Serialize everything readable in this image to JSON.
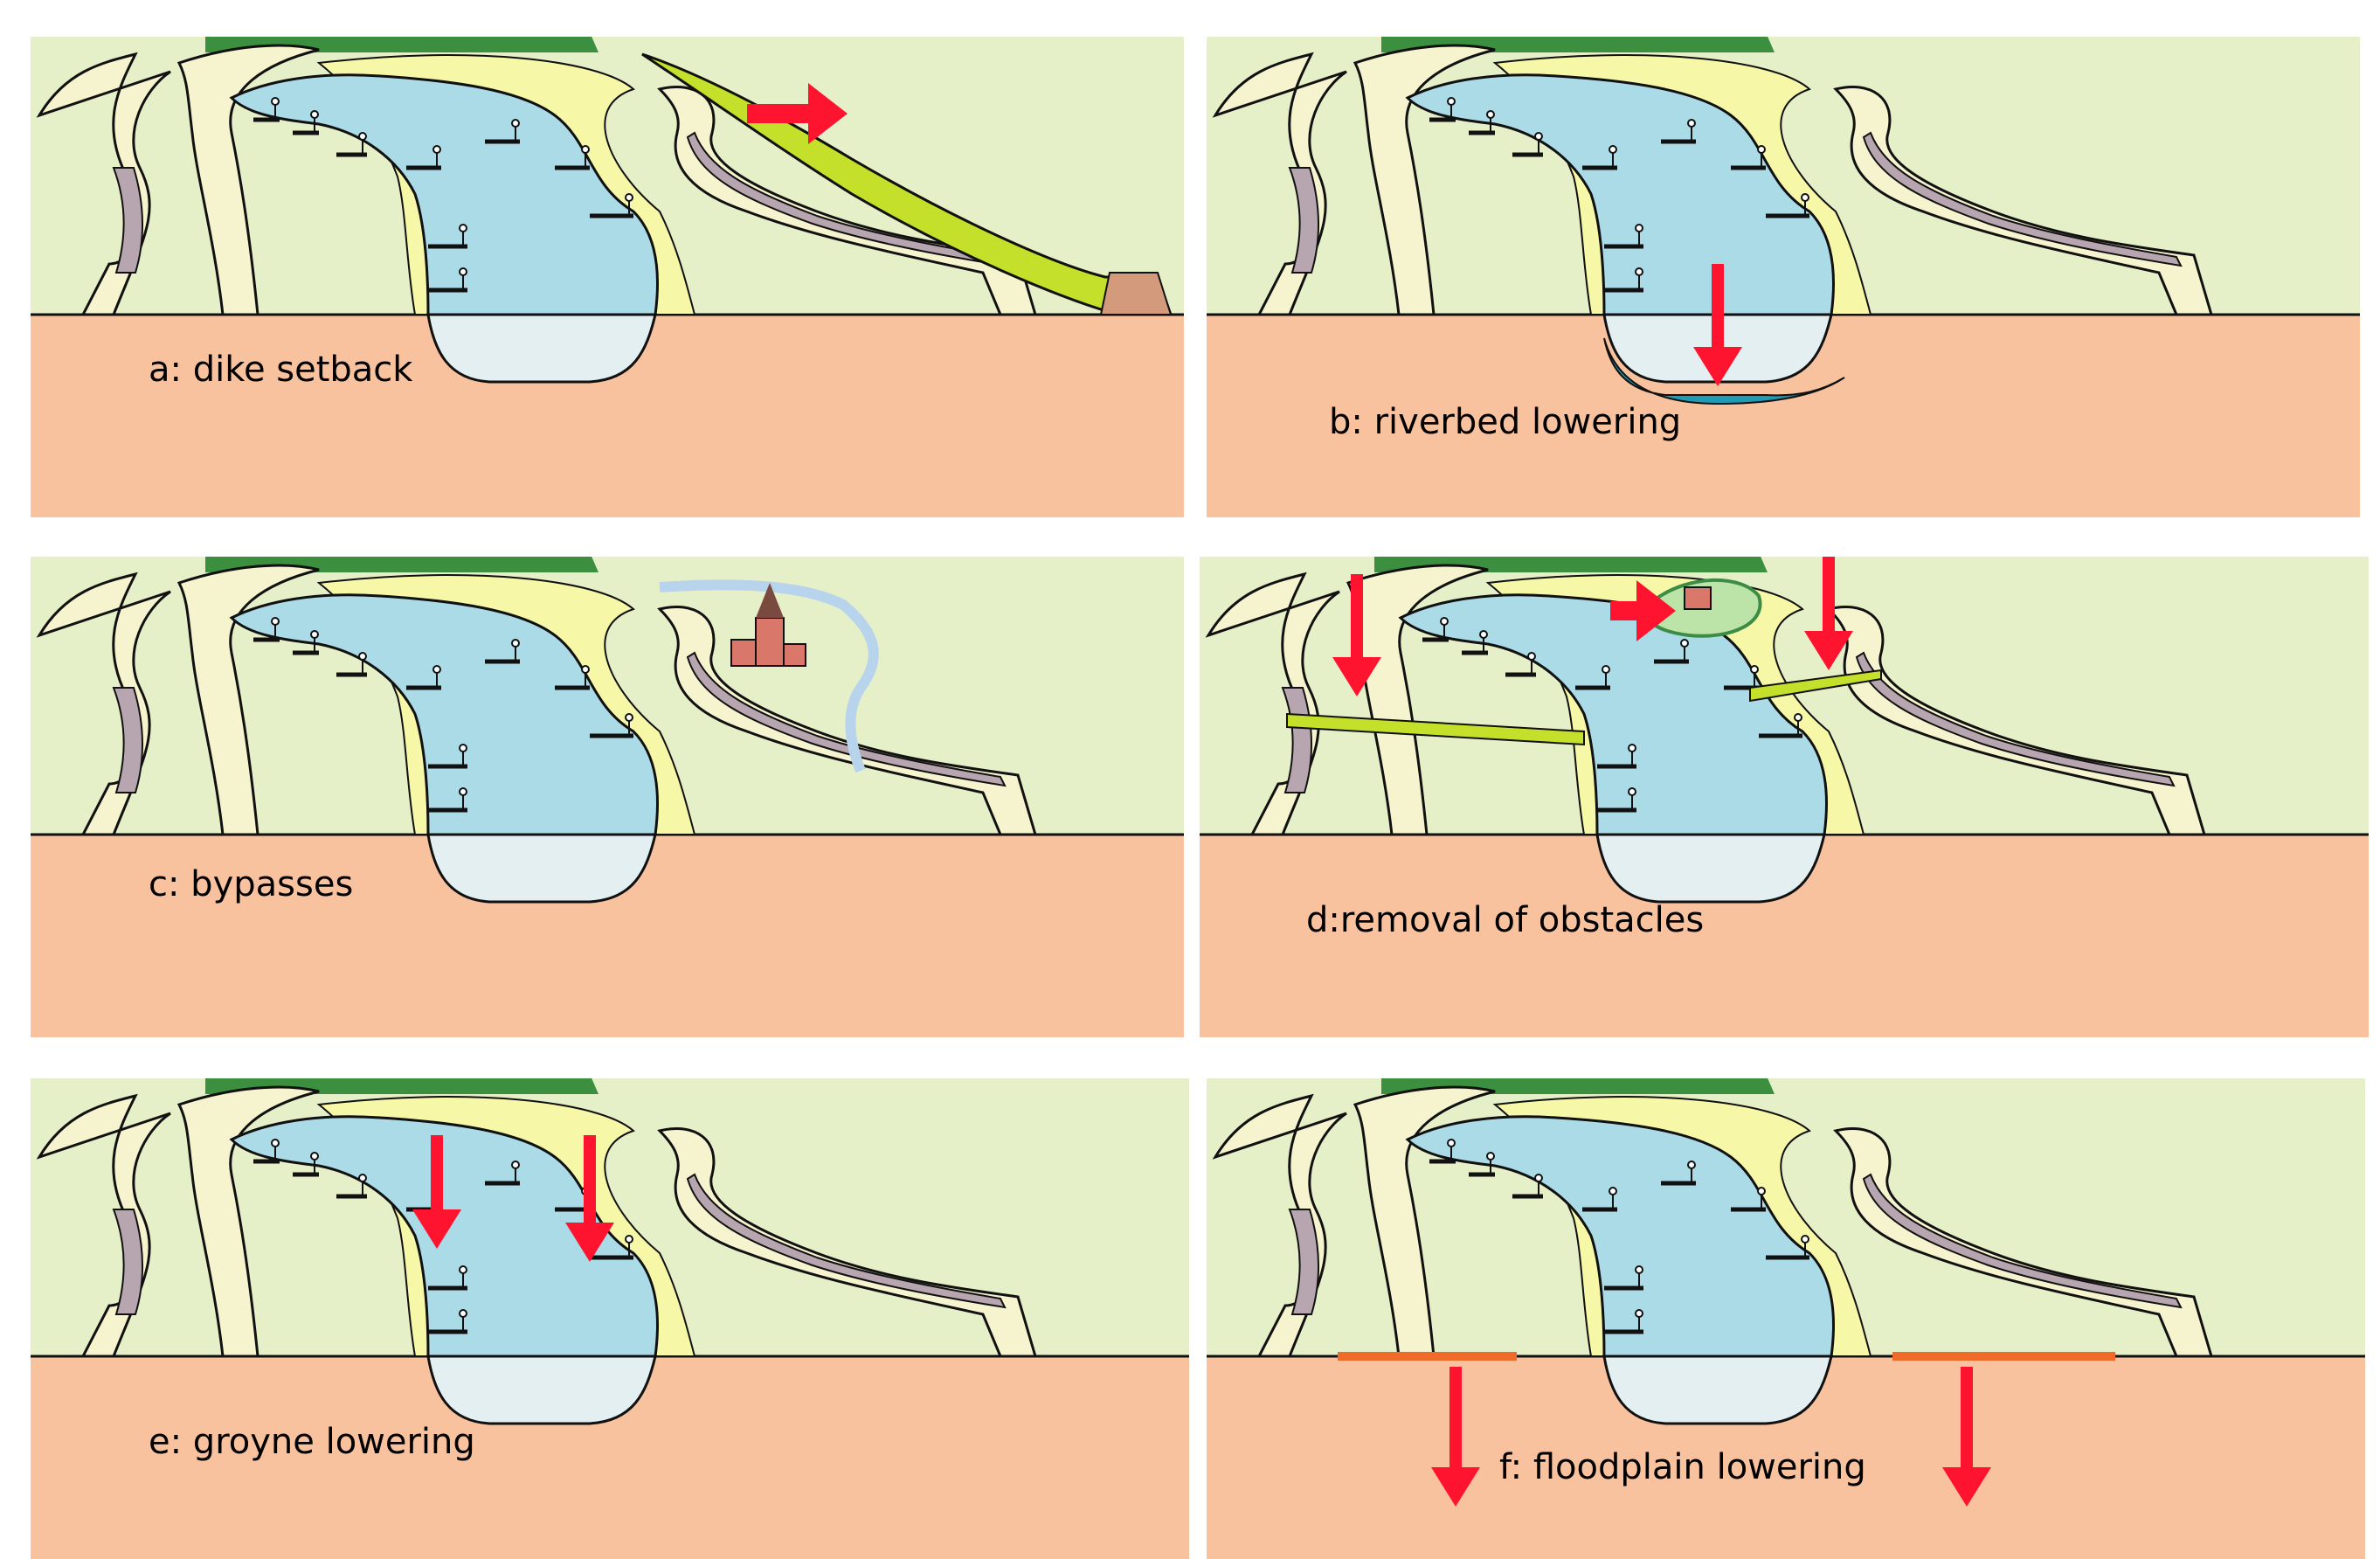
{
  "colors": {
    "background": "#ffffff",
    "floodplain": "#e6f0c8",
    "soil": "#f9c29e",
    "water": "#acdbe8",
    "deep_water": "#e3eff1",
    "bank_yellow": "#f7f7a8",
    "dike_face": "#f6f3cf",
    "dike_top": "#b7a6b0",
    "vegetation": "#3c8f3f",
    "arrow": "#ff1430",
    "setback_dike": "#c4e02a",
    "lowered_bed": "#1f9bb5",
    "lowered_floodplain": "#f06a2a",
    "bypass_channel": "#b8d4ec",
    "town": "#d9776b",
    "outline": "#111111"
  },
  "panels": [
    {
      "id": "a",
      "label": "a: dike setback",
      "arrow_icon": "right-arrow-icon"
    },
    {
      "id": "b",
      "label": "b: riverbed lowering",
      "arrow_icon": "down-arrow-icon"
    },
    {
      "id": "c",
      "label": "c: bypasses",
      "arrow_icon": ""
    },
    {
      "id": "d",
      "label": "d:removal of obstacles",
      "arrow_icon": "down-arrow-icon"
    },
    {
      "id": "e",
      "label": "e: groyne lowering",
      "arrow_icon": "down-arrow-icon"
    },
    {
      "id": "f",
      "label": "f: floodplain lowering",
      "arrow_icon": "down-arrow-icon"
    }
  ]
}
